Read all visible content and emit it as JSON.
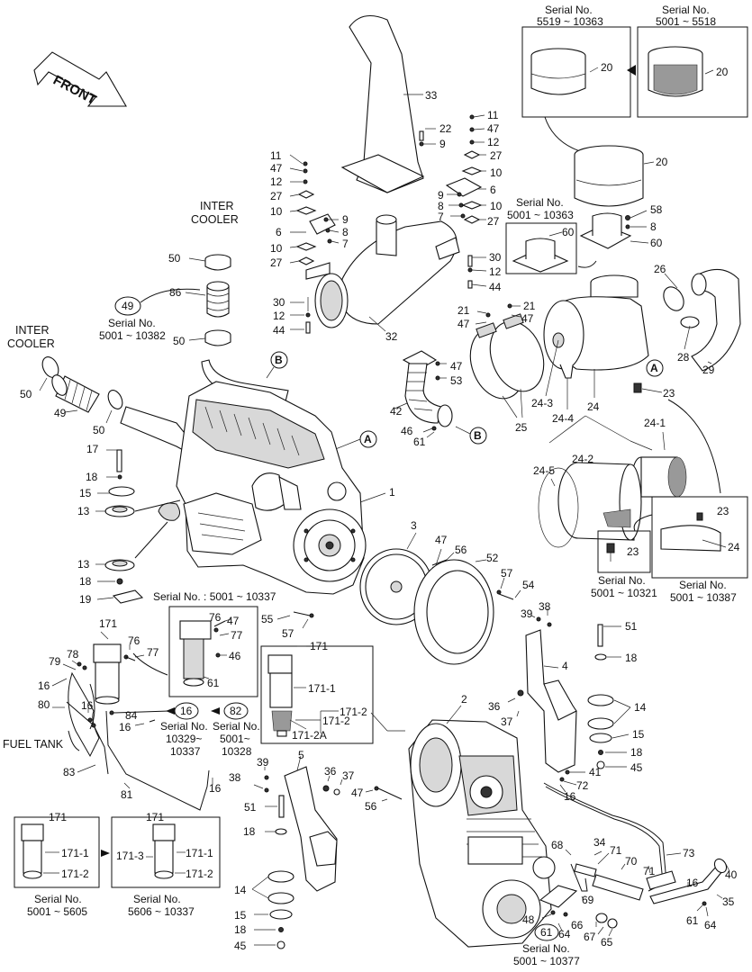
{
  "orientation": {
    "front_label": "FRONT"
  },
  "serial_prefix": "Serial No.",
  "titles": {
    "inter_cooler_top": [
      "INTER",
      "COOLER"
    ],
    "inter_cooler_left": [
      "INTER",
      "COOLER"
    ],
    "fuel_tank": "FUEL TANK"
  },
  "serial_ranges": {
    "air_cleaner_cap_new": "5519 ~ 10363",
    "air_cleaner_cap_old": "5001 ~ 5518",
    "adapter_60": "5001 ~ 10363",
    "hose_49": "5001 ~ 10382",
    "fuel_filter_box": "Serial No. : 5001 ~ 10337",
    "part_16": "10329~\n10337",
    "part_82": "5001~\n10328",
    "part_23_left": "5001 ~ 10321",
    "part_23_right": "5001 ~ 10387",
    "filter_bottom_left": "5001 ~ 5605",
    "filter_bottom_right": "5606 ~ 10337",
    "part_61": "5001 ~ 10377"
  },
  "circle_refs": {
    "A": "A",
    "B": "B"
  },
  "part_numbers": {
    "p1": "1",
    "p2": "2",
    "p3": "3",
    "p4": "4",
    "p5": "5",
    "p6": "6",
    "p7": "7",
    "p8": "8",
    "p9": "9",
    "p10": "10",
    "p11": "11",
    "p12": "12",
    "p13": "13",
    "p14": "14",
    "p15": "15",
    "p16": "16",
    "p17": "17",
    "p18": "18",
    "p19": "19",
    "p20": "20",
    "p21": "21",
    "p22": "22",
    "p23": "23",
    "p24": "24",
    "p24_1": "24-1",
    "p24_2": "24-2",
    "p24_3": "24-3",
    "p24_4": "24-4",
    "p24_5": "24-5",
    "p25": "25",
    "p26": "26",
    "p27": "27",
    "p28": "28",
    "p29": "29",
    "p30": "30",
    "p32": "32",
    "p33": "33",
    "p34": "34",
    "p35": "35",
    "p36": "36",
    "p37": "37",
    "p38": "38",
    "p39": "39",
    "p40": "40",
    "p41": "41",
    "p42": "42",
    "p44": "44",
    "p45": "45",
    "p46": "46",
    "p47": "47",
    "p48": "48",
    "p49": "49",
    "p50": "50",
    "p51": "51",
    "p52": "52",
    "p53": "53",
    "p54": "54",
    "p55": "55",
    "p56": "56",
    "p57": "57",
    "p58": "58",
    "p60": "60",
    "p61": "61",
    "p64": "64",
    "p65": "65",
    "p66": "66",
    "p67": "67",
    "p68": "68",
    "p69": "69",
    "p70": "70",
    "p71": "71",
    "p72": "72",
    "p73": "73",
    "p76": "76",
    "p77": "77",
    "p78": "78",
    "p79": "79",
    "p80": "80",
    "p81": "81",
    "p82": "82",
    "p83": "83",
    "p84": "84",
    "p86": "86",
    "p171": "171",
    "p171_1": "171-1",
    "p171_2": "171-2",
    "p171_2A": "171-2A",
    "p171_3": "171-3"
  }
}
